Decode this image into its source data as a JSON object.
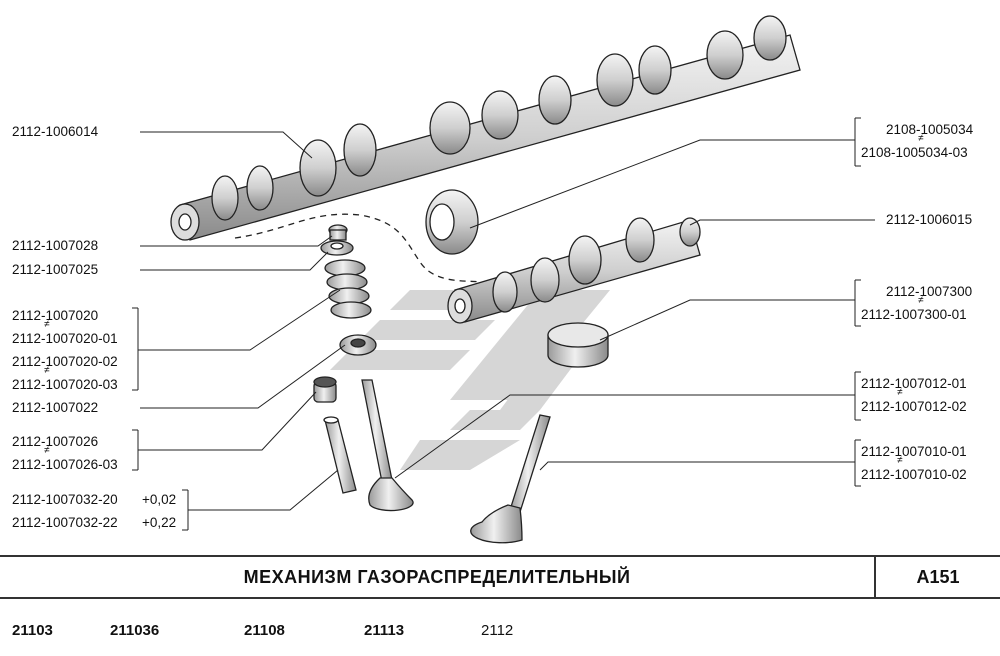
{
  "labels": {
    "camshaft_intake": "2112-1006014",
    "camshaft_exhaust": "2112-1006015",
    "seal_a": "2108-1005034",
    "seal_b": "2108-1005034-03",
    "cotter": "2112-1007028",
    "retainer": "2112-1007025",
    "spring_a": "2112-1007020",
    "spring_b": "2112-1007020-01",
    "spring_c": "2112-1007020-02",
    "spring_d": "2112-1007020-03",
    "spring_washer": "2112-1007022",
    "valve_seal_a": "2112-1007026",
    "valve_seal_b": "2112-1007026-03",
    "guide_a": "2112-1007032-20",
    "guide_a_tol": "+0,02",
    "guide_b": "2112-1007032-22",
    "guide_b_tol": "+0,22",
    "tappet_a": "2112-1007300",
    "tappet_b": "2112-1007300-01",
    "valve_ex_a": "2112-1007012-01",
    "valve_ex_b": "2112-1007012-02",
    "valve_in_a": "2112-1007010-01",
    "valve_in_b": "2112-1007010-02"
  },
  "title": "МЕХАНИЗМ ГАЗОРАСПРЕДЕЛИТЕЛЬНЫЙ",
  "page_code": "А151",
  "models": [
    "21103",
    "211036",
    "21108",
    "21113",
    "2112"
  ],
  "models_bold": [
    true,
    true,
    true,
    true,
    false
  ]
}
